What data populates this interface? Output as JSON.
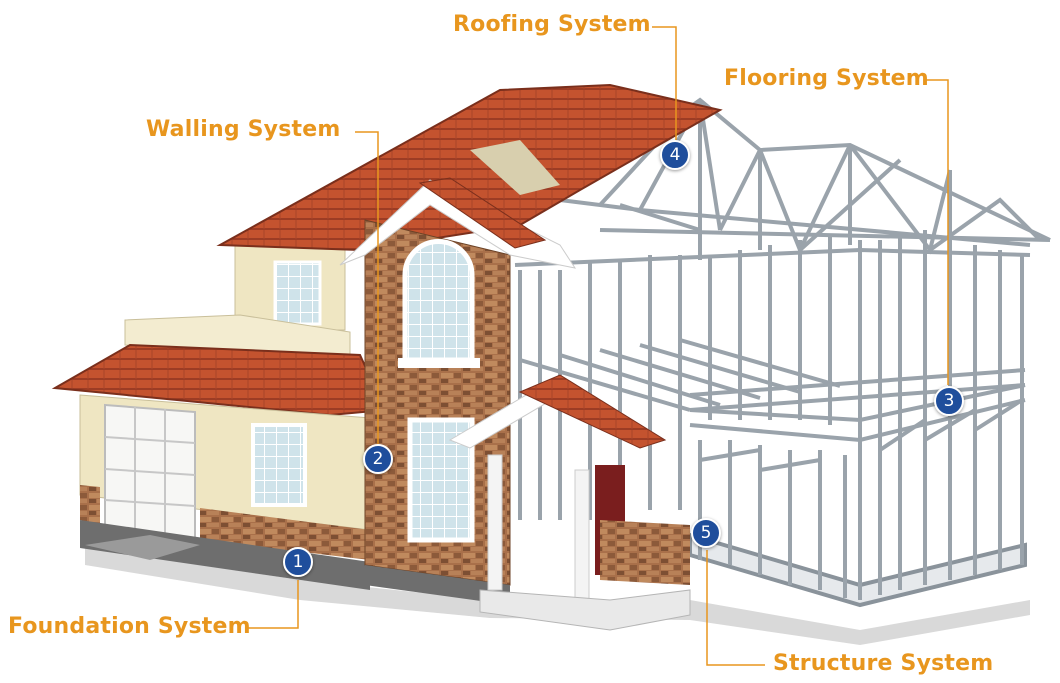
{
  "colors": {
    "label_orange": "#e8961e",
    "badge_blue": "#1f4e9c",
    "roof_tile": "#c4532f",
    "wall_cream": "#efe6c2",
    "stone": "#a9704a",
    "steel": "#9aa3ab"
  },
  "systems": [
    {
      "number": "1",
      "label": "Foundation System"
    },
    {
      "number": "2",
      "label": "Walling System"
    },
    {
      "number": "3",
      "label": "Flooring System"
    },
    {
      "number": "4",
      "label": "Roofing System"
    },
    {
      "number": "5",
      "label": "Structure System"
    }
  ]
}
